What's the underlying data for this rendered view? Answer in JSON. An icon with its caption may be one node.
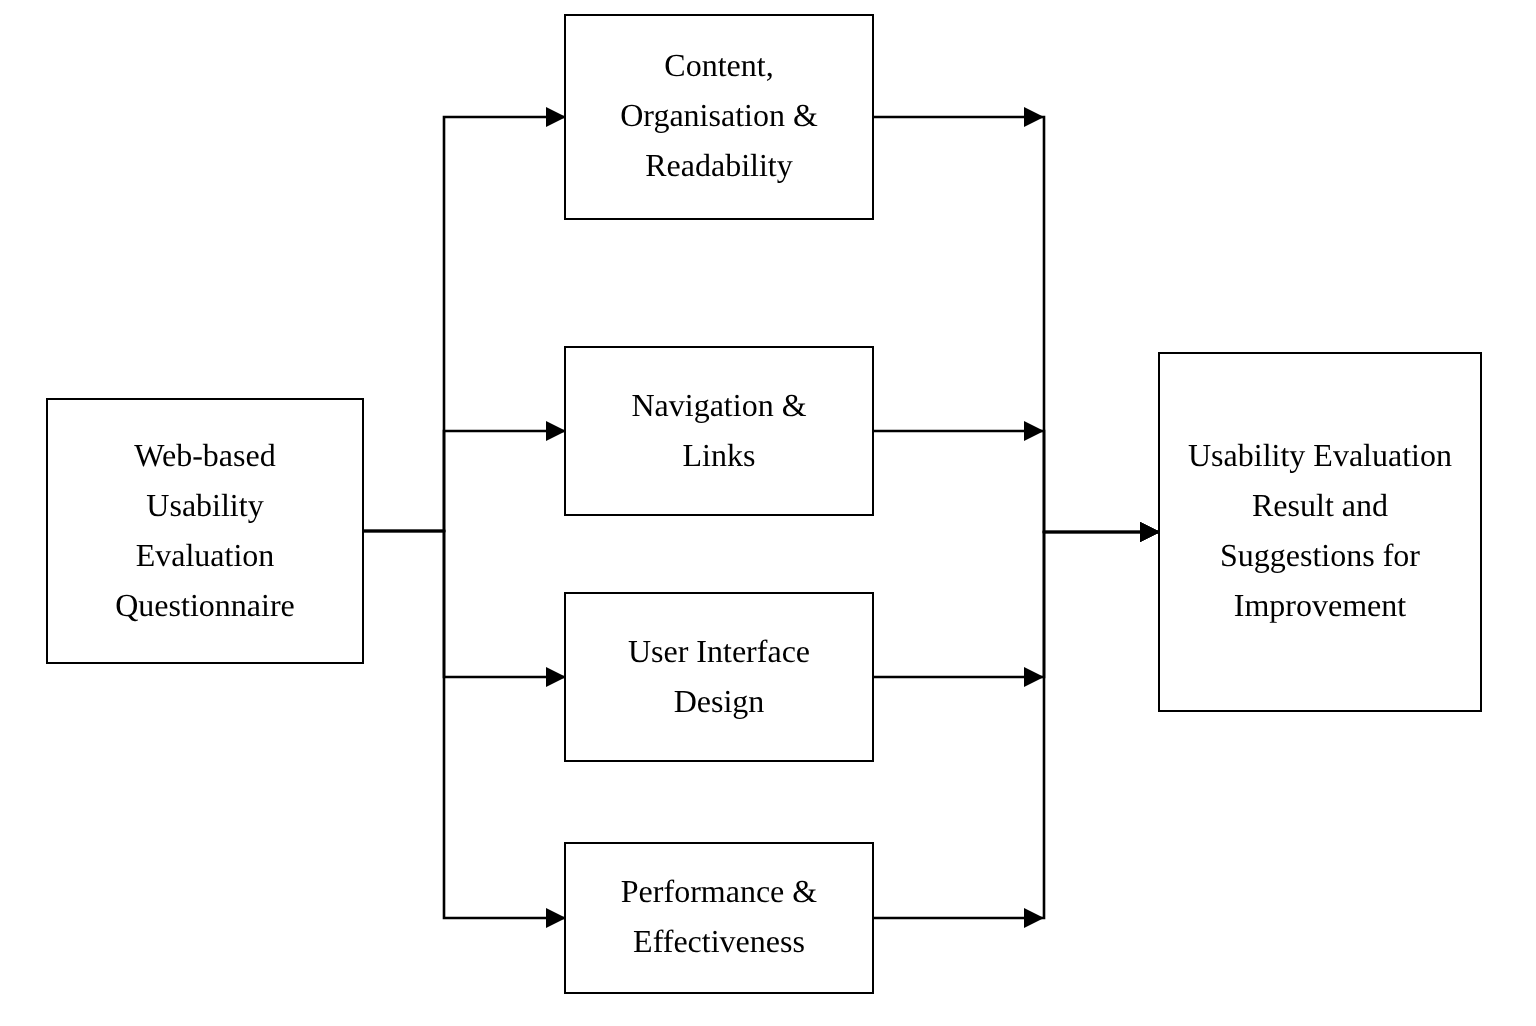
{
  "diagram": {
    "nodes": [
      {
        "text": [
          "Web-based Usability Evaluation Questionnaire"
        ]
      },
      {
        "text": [
          "Content, Organisation & Readability"
        ]
      },
      {
        "text": [
          "Navigation & Links"
        ]
      },
      {
        "text": [
          "User Interface Design"
        ]
      },
      {
        "text": [
          "Performance & Effectiveness"
        ]
      },
      {
        "text": [
          "Usability Evaluation Result and Suggestions for Improvement"
        ]
      }
    ],
    "edges": [
      {
        "from": 0,
        "to": 1,
        "arrow": "to"
      },
      {
        "from": 0,
        "to": 2,
        "arrow": "to"
      },
      {
        "from": 0,
        "to": 3,
        "arrow": "to"
      },
      {
        "from": 0,
        "to": 4,
        "arrow": "to"
      },
      {
        "from": 1,
        "to": 5,
        "arrow": "to"
      },
      {
        "from": 2,
        "to": 5,
        "arrow": "to"
      },
      {
        "from": 3,
        "to": 5,
        "arrow": "to"
      },
      {
        "from": 4,
        "to": 5,
        "arrow": "to"
      }
    ]
  }
}
